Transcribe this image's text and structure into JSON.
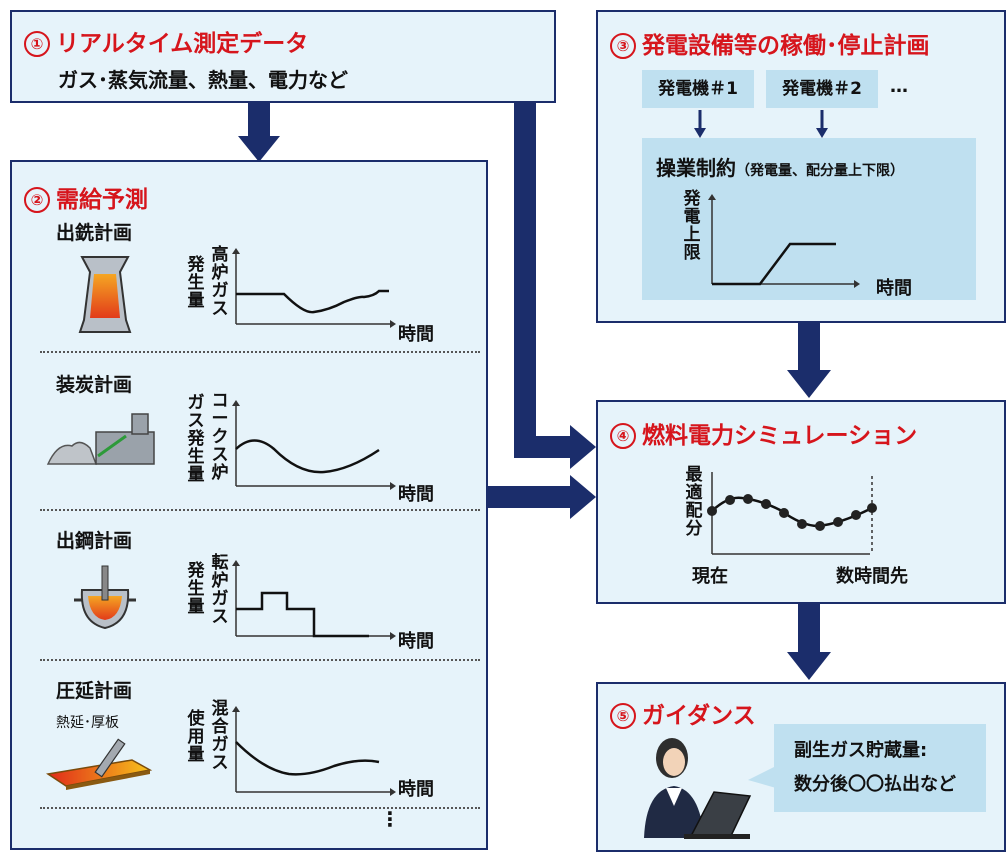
{
  "box1": {
    "title": "リアルタイム測定データ",
    "number": "①",
    "subtitle": "ガス･蒸気流量、熱量、電力など"
  },
  "box2": {
    "title": "需給予測",
    "number": "②",
    "sections": [
      {
        "name": "出銑計画",
        "ylabel": [
          "高炉ガス",
          "発生量"
        ],
        "xlabel": "時間"
      },
      {
        "name": "装炭計画",
        "ylabel": [
          "コークス炉",
          "ガス発生量"
        ],
        "xlabel": "時間"
      },
      {
        "name": "出鋼計画",
        "ylabel": [
          "転炉ガス",
          "発生量"
        ],
        "xlabel": "時間"
      },
      {
        "name": "圧延計画",
        "sub": "熱延･厚板",
        "ylabel": [
          "混合ガス",
          "使用量"
        ],
        "xlabel": "時間"
      }
    ],
    "more": "⋮"
  },
  "box3": {
    "title": "発電設備等の稼働･停止計画",
    "number": "③",
    "gen1": "発電機＃1",
    "gen2": "発電機＃2",
    "ellipsis": "…",
    "constraint_title": "操業制約",
    "constraint_note": "（発電量、配分量上下限）",
    "ylabel": "発電上限",
    "xlabel": "時間"
  },
  "box4": {
    "title": "燃料電力シミュレーション",
    "number": "④",
    "ylabel": "最適配分",
    "x_start": "現在",
    "x_end": "数時間先"
  },
  "box5": {
    "title": "ガイダンス",
    "number": "⑤",
    "bubble_line1": "副生ガス貯蔵量:",
    "bubble_line2": "数分後〇〇払出など"
  },
  "colors": {
    "frame": "#1b2d6b",
    "title": "#d6151c",
    "panel": "#e6f3fa",
    "inner": "#bfe0f0"
  }
}
